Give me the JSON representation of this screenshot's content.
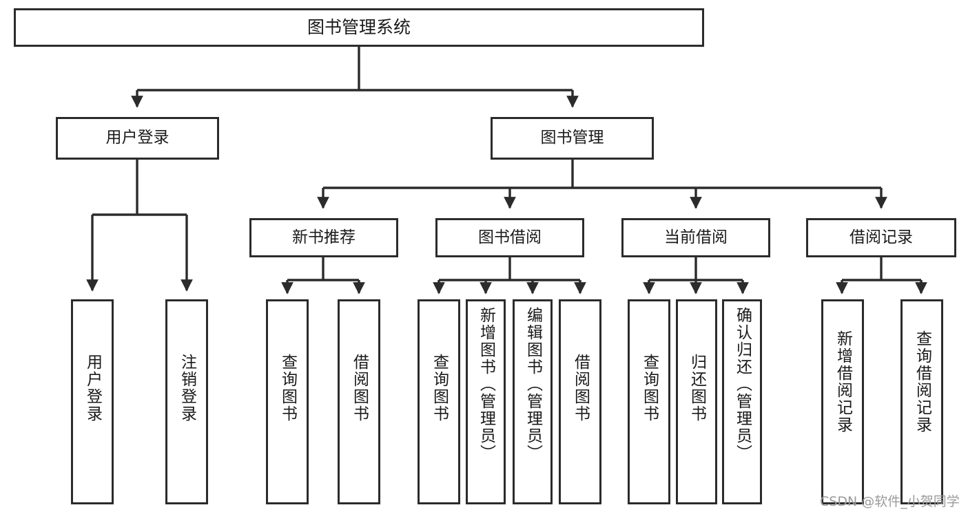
{
  "diagram": {
    "title": "图书管理系统",
    "type": "tree-hierarchy-chart",
    "root": {
      "label": "图书管理系统"
    },
    "level2": [
      {
        "label": "用户登录"
      },
      {
        "label": "图书管理"
      }
    ],
    "level3": [
      {
        "label": "新书推荐"
      },
      {
        "label": "图书借阅"
      },
      {
        "label": "当前借阅"
      },
      {
        "label": "借阅记录"
      }
    ],
    "leaves": {
      "user_login": [
        {
          "label": "用户登录"
        },
        {
          "label": "注销登录"
        }
      ],
      "new_book_recommend": [
        {
          "label": "查询图书"
        },
        {
          "label": "借阅图书"
        }
      ],
      "book_borrow": [
        {
          "label": "查询图书"
        },
        {
          "label": "新增图书（管理员）"
        },
        {
          "label": "编辑图书（管理员）"
        },
        {
          "label": "借阅图书"
        }
      ],
      "current_borrow": [
        {
          "label": "查询图书"
        },
        {
          "label": "归还图书"
        },
        {
          "label": "确认归还（管理员）"
        }
      ],
      "borrow_record": [
        {
          "label": "新增借阅记录"
        },
        {
          "label": "查询借阅记录"
        }
      ]
    }
  },
  "watermark": {
    "text": "CSDN @软件_小贺同学"
  },
  "colors": {
    "stroke": "#2b2b2b",
    "background": "#ffffff",
    "text": "#1a1a1a",
    "watermark": "#9a9a9a"
  }
}
